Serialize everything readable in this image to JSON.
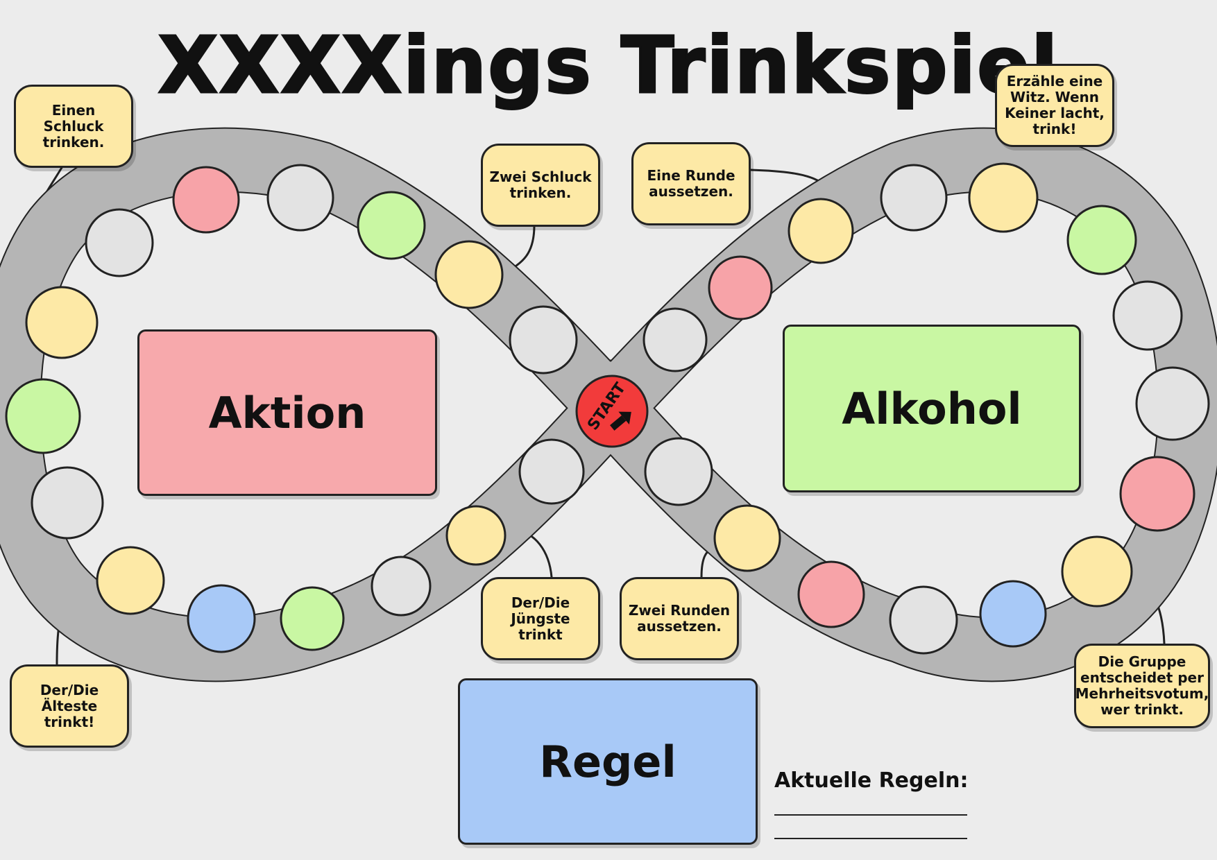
{
  "title": "XXXXings Trinkspiel",
  "colors": {
    "background": "#ececec",
    "track": "#b5b5b5",
    "red": "#f7a3a8",
    "gray": "#e3e3e3",
    "green": "#c9f7a3",
    "yellow": "#fde9a6",
    "blue": "#a8c9f7",
    "start": "#f23b3b"
  },
  "start": {
    "label": "START",
    "icon": "arrow-icon"
  },
  "categories": {
    "aktion": "Aktion",
    "alkohol": "Alkohol",
    "regel": "Regel"
  },
  "notes": [
    "Einen Schluck trinken.",
    "Zwei Schluck trinken.",
    "Eine Runde aussetzen.",
    "Erzähle eine Witz. Wenn Keiner lacht, trink!",
    "Der/Die Jüngste trinkt",
    "Zwei Runden aussetzen.",
    "Die Gruppe entscheidet per Mehrheitsvotum, wer trinkt.",
    "Der/Die Älteste trinkt!"
  ],
  "rules": {
    "label": "Aktuelle Regeln:",
    "lines": [
      "",
      ""
    ]
  }
}
